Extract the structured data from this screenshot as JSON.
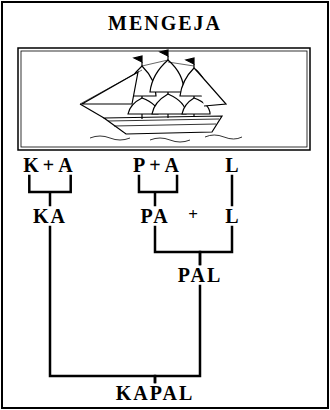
{
  "diagram": {
    "title": "MENGEJA",
    "nodes": [
      {
        "text": [
          "K+A"
        ]
      },
      {
        "text": [
          "P+A"
        ]
      },
      {
        "text": [
          "L"
        ]
      },
      {
        "text": [
          "KA"
        ]
      },
      {
        "text": [
          "PA"
        ]
      },
      {
        "text": [
          "L"
        ]
      },
      {
        "text": [
          "PAL"
        ]
      },
      {
        "text": [
          "KAPAL"
        ]
      }
    ],
    "edges": [
      {
        "from": 0,
        "to": 3,
        "arrow": "none"
      },
      {
        "from": 1,
        "to": 4,
        "arrow": "none"
      },
      {
        "from": 2,
        "to": 5,
        "arrow": "none"
      },
      {
        "from": 4,
        "to": 6,
        "arrow": "none"
      },
      {
        "from": 5,
        "to": 6,
        "arrow": "none"
      },
      {
        "from": 3,
        "to": 7,
        "arrow": "none"
      },
      {
        "from": 6,
        "to": 7,
        "arrow": "none"
      }
    ],
    "labels": [
      "+"
    ]
  }
}
